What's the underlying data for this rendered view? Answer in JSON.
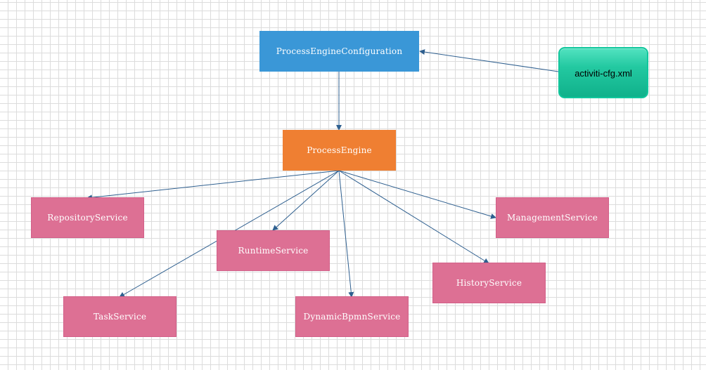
{
  "diagram": {
    "nodes": {
      "config": {
        "label": "ProcessEngineConfiguration",
        "color": "#3a97d7"
      },
      "xml": {
        "label": "activiti-cfg.xml",
        "color": "#1fc49c"
      },
      "engine": {
        "label": "ProcessEngine",
        "color": "#ef7f32"
      },
      "repository": {
        "label": "RepositoryService",
        "color": "#dd7094"
      },
      "runtime": {
        "label": "RuntimeService",
        "color": "#dd7094"
      },
      "task": {
        "label": "TaskService",
        "color": "#dd7094"
      },
      "dynamic": {
        "label": "DynamicBpmnService",
        "color": "#dd7094"
      },
      "history": {
        "label": "HistoryService",
        "color": "#dd7094"
      },
      "management": {
        "label": "ManagementService",
        "color": "#dd7094"
      }
    },
    "edges": [
      {
        "from": "xml",
        "to": "config"
      },
      {
        "from": "config",
        "to": "engine"
      },
      {
        "from": "engine",
        "to": "repository"
      },
      {
        "from": "engine",
        "to": "runtime"
      },
      {
        "from": "engine",
        "to": "task"
      },
      {
        "from": "engine",
        "to": "dynamic"
      },
      {
        "from": "engine",
        "to": "history"
      },
      {
        "from": "engine",
        "to": "management"
      }
    ],
    "edge_color": "#2e5f8f"
  }
}
